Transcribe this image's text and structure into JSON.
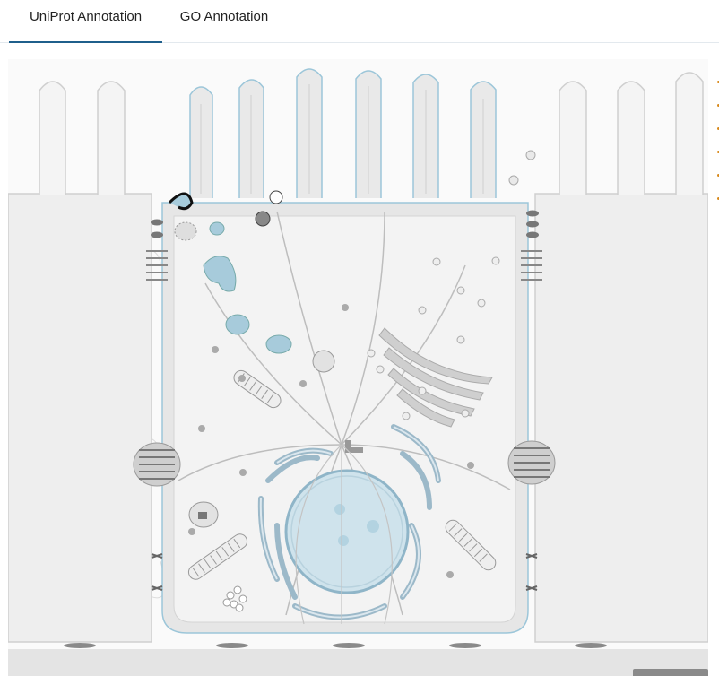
{
  "tabs": [
    {
      "label": "UniProt Annotation",
      "active": true
    },
    {
      "label": "GO Annotation",
      "active": false
    }
  ],
  "colors": {
    "active_tab_underline": "#1f5f8b",
    "highlight_membrane": "#9cc6d9",
    "organelle_blue": "#a7cbdb",
    "bullet_orange": "#d98a1c"
  },
  "cell_image": {
    "icon": "cell-cross-section-illustration"
  }
}
